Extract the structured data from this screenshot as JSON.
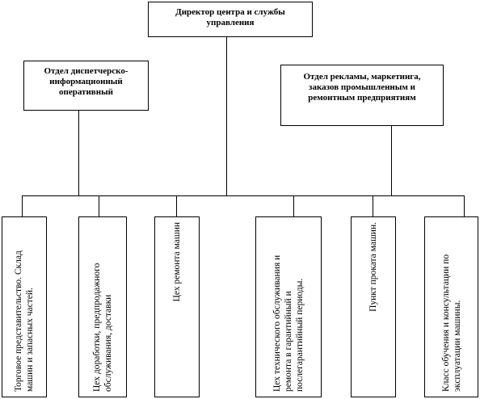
{
  "director": {
    "label": "Директор центра и службы управления"
  },
  "departments": [
    {
      "label": "Отдел диспетчерско-информационный оперативный"
    },
    {
      "label": "Отдел рекламы, маркетинга, заказов промышленным и ремонтным предприятиям"
    }
  ],
  "units": [
    {
      "label": "Торговое представительство. Склад машин и запасных частей."
    },
    {
      "label": "Цех доработки, предпродажного обслуживания, доставки"
    },
    {
      "label": "Цех ремонта машин"
    },
    {
      "label": "Цех технического обслуживания и ремонта в гарантийный и послегарантийный периоды."
    },
    {
      "label": "Пункт проката машин."
    },
    {
      "label": "Класс обучения и консультации по эксплуатации машины."
    }
  ],
  "colors": {
    "line": "#000000",
    "box_border": "#000000",
    "background": "#ffffff"
  }
}
